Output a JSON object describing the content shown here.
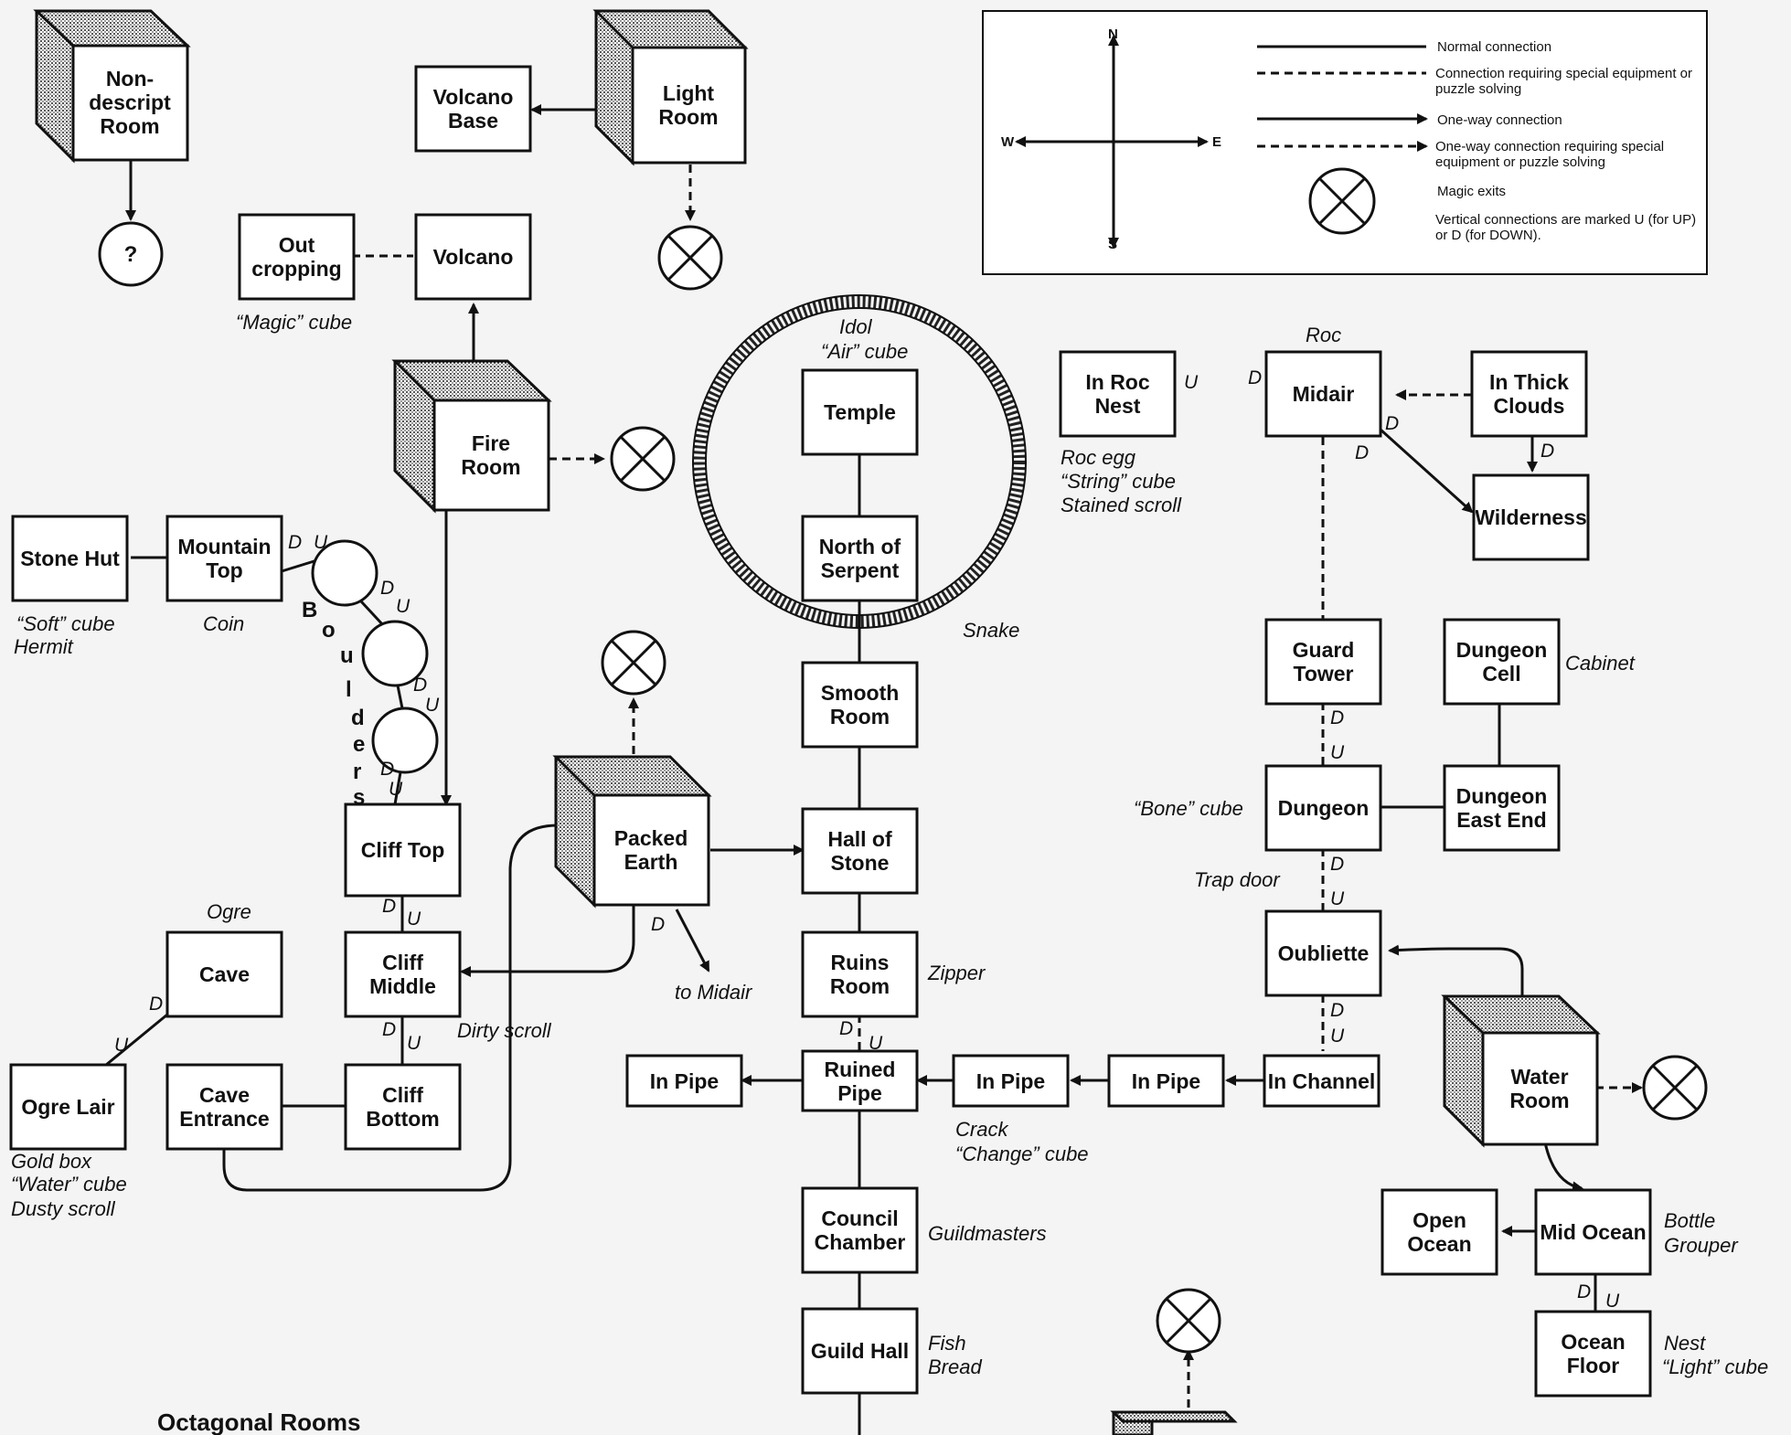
{
  "legend": {
    "normal": "Normal connection",
    "special": "Connection requiring special equipment or puzzle solving",
    "oneway": "One-way connection",
    "oneway_special": "One-way connection requiring special equipment or puzzle solving",
    "magic": "Magic exits",
    "vertical": "Vertical connections are marked U (for UP) or D (for DOWN)."
  },
  "compass": {
    "n": "N",
    "s": "S",
    "e": "E",
    "w": "W"
  },
  "rooms": {
    "nondescript": "Non-descript Room",
    "volcano_base": "Volcano Base",
    "light_room": "Light Room",
    "outcropping": "Out cropping",
    "volcano": "Volcano",
    "fire_room": "Fire Room",
    "stone_hut": "Stone Hut",
    "mountain_top": "Mountain Top",
    "cliff_top": "Cliff Top",
    "packed_earth": "Packed Earth",
    "cave": "Cave",
    "cliff_middle": "Cliff Middle",
    "ogre_lair": "Ogre Lair",
    "cave_entrance": "Cave Entrance",
    "cliff_bottom": "Cliff Bottom",
    "in_pipe_left": "In Pipe",
    "temple": "Temple",
    "north_serpent": "North of Serpent",
    "smooth_room": "Smooth Room",
    "hall_stone": "Hall of Stone",
    "ruins_room": "Ruins Room",
    "ruined_pipe": "Ruined Pipe",
    "council_chamber": "Council Chamber",
    "guild_hall": "Guild Hall",
    "in_pipe_2": "In Pipe",
    "in_pipe_3": "In Pipe",
    "in_channel": "In Channel",
    "in_roc_nest": "In Roc Nest",
    "midair": "Midair",
    "in_thick_clouds": "In Thick Clouds",
    "wilderness": "Wilderness",
    "guard_tower": "Guard Tower",
    "dungeon_cell": "Dungeon Cell",
    "dungeon": "Dungeon",
    "dungeon_east_end": "Dungeon East End",
    "oubliette": "Oubliette",
    "water_room": "Water Room",
    "open_ocean": "Open Ocean",
    "mid_ocean": "Mid Ocean",
    "ocean_floor": "Ocean Floor"
  },
  "notes": {
    "q": "?",
    "magic_cube": "“Magic” cube",
    "soft_cube": "“Soft” cube",
    "hermit": "Hermit",
    "coin": "Coin",
    "boulders": "Boulders",
    "ogre": "Ogre",
    "gold_box": "Gold box",
    "water_cube": "“Water” cube",
    "dusty_scroll": "Dusty scroll",
    "dirty_scroll": "Dirty scroll",
    "to_midair": "to Midair",
    "idol": "Idol",
    "air_cube": "“Air” cube",
    "snake": "Snake",
    "zipper": "Zipper",
    "crack": "Crack",
    "change_cube": "“Change” cube",
    "guildmasters": "Guildmasters",
    "fish": "Fish",
    "bread": "Bread",
    "roc": "Roc",
    "roc_egg": "Roc egg",
    "string_cube": "“String” cube",
    "stained_scroll": "Stained scroll",
    "cabinet": "Cabinet",
    "bone_cube": "“Bone” cube",
    "trap_door": "Trap door",
    "bottle": "Bottle",
    "grouper": "Grouper",
    "nest": "Nest",
    "light_cube": "“Light” cube",
    "octagonal": "Octagonal Rooms"
  },
  "dirs": {
    "d": "D",
    "u": "U"
  }
}
